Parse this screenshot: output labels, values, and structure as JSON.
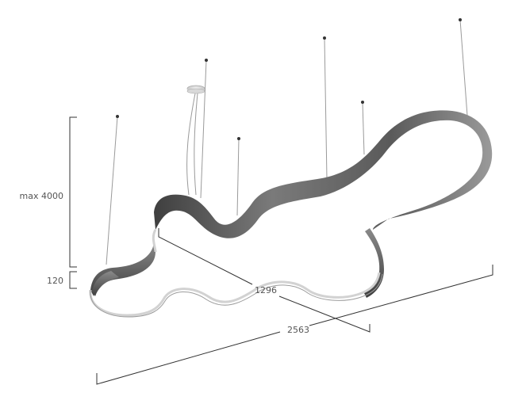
{
  "dimensions": {
    "height_max": "max 4000",
    "profile_height": "120",
    "depth": "1296",
    "width": "2563"
  },
  "colors": {
    "band_outer": "#4a4a4a",
    "band_mid": "#7d7d7d",
    "band_light": "#b5b5b5",
    "inner_light": "#f4f4f4",
    "wire": "#9a9a9a",
    "dim_line": "#333333",
    "text": "#555555"
  }
}
